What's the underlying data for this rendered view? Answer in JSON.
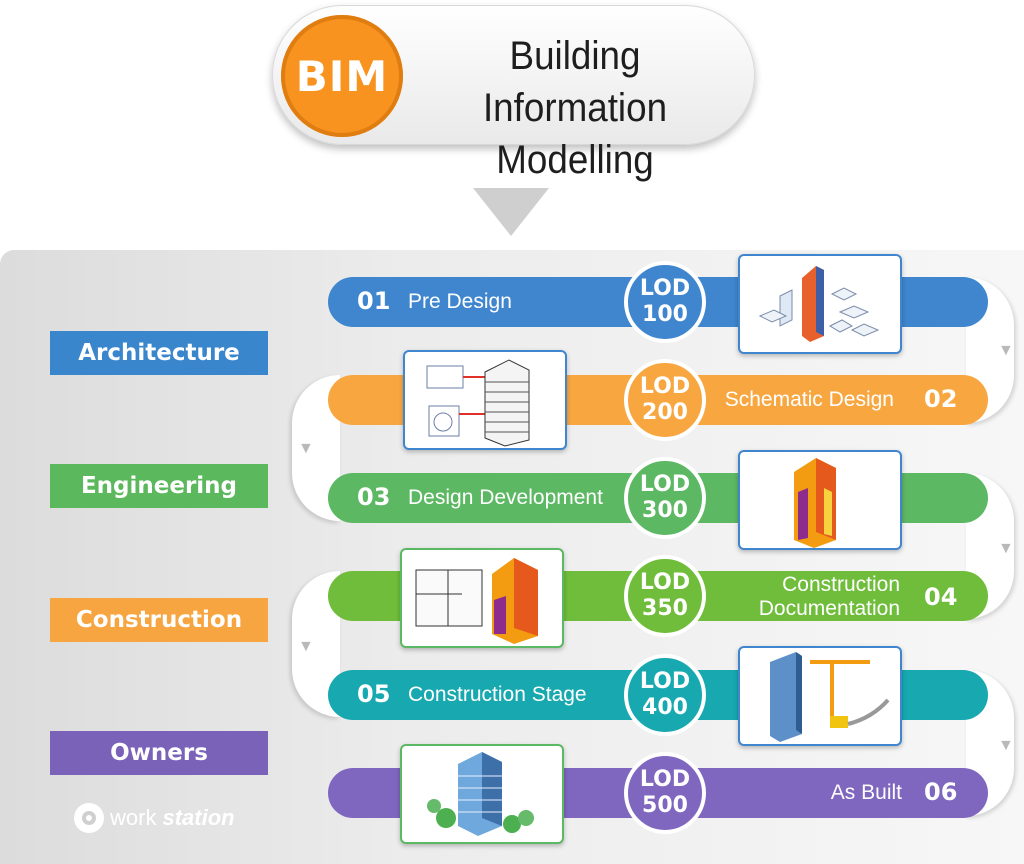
{
  "header": {
    "badge": "BIM",
    "title_line1": "Building Information",
    "title_line2": "Modelling"
  },
  "categories": [
    {
      "label": "Architecture",
      "color": "#3a86cc"
    },
    {
      "label": "Engineering",
      "color": "#5cb85c"
    },
    {
      "label": "Construction",
      "color": "#f7a541"
    },
    {
      "label": "Owners",
      "color": "#7a62b8"
    }
  ],
  "stages": [
    {
      "num": "01",
      "label": "Pre Design",
      "lod_top": "LOD",
      "lod_value": "100",
      "color": "#3f86cf",
      "icon": "city-massing-icon"
    },
    {
      "num": "02",
      "label": "Schematic Design",
      "lod_top": "LOD",
      "lod_value": "200",
      "color": "#f8a740",
      "icon": "schematic-tower-icon"
    },
    {
      "num": "03",
      "label": "Design Development",
      "lod_top": "LOD",
      "lod_value": "300",
      "color": "#5db863",
      "icon": "analysis-tower-icon"
    },
    {
      "num": "04",
      "label_line1": "Construction",
      "label_line2": "Documentation",
      "lod_top": "LOD",
      "lod_value": "350",
      "color": "#6fbd3a",
      "icon": "floorplan-tower-icon"
    },
    {
      "num": "05",
      "label": "Construction Stage",
      "lod_top": "LOD",
      "lod_value": "400",
      "color": "#17a8b0",
      "icon": "crane-site-icon"
    },
    {
      "num": "06",
      "label": "As Built",
      "lod_top": "LOD",
      "lod_value": "500",
      "color": "#7f66bf",
      "icon": "finished-building-icon"
    }
  ],
  "brand": {
    "part1": "work",
    "part2": "station"
  }
}
